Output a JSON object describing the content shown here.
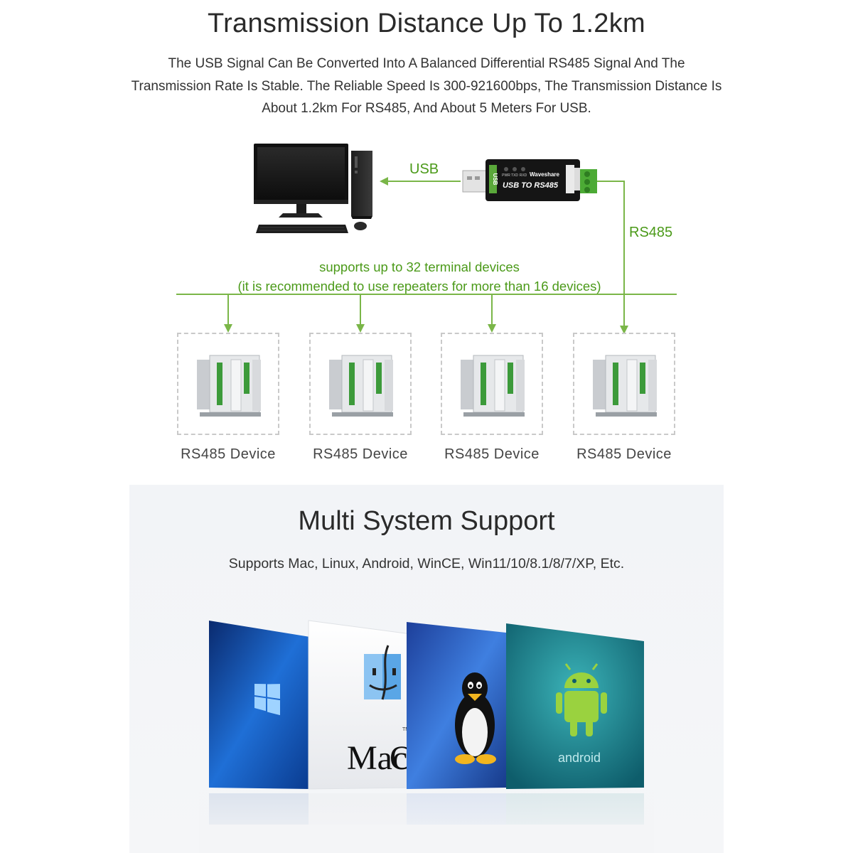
{
  "section1": {
    "title": "Transmission Distance Up To 1.2km",
    "description": "The USB Signal Can Be Converted Into A Balanced Differential RS485 Signal And The Transmission Rate Is Stable. The Reliable Speed Is 300-921600bps, The Transmission Distance Is About 1.2km For RS485, And About 5 Meters For USB."
  },
  "diagram": {
    "usb_label": "USB",
    "rs485_label": "RS485",
    "terminals_line1": "supports up to 32 terminal devices",
    "terminals_line2": "(it is recommended to use repeaters for more than 16 devices)",
    "converter": {
      "brand": "Waveshare",
      "model": "USB TO RS485",
      "leds": [
        "PWR",
        "TXD",
        "RXD"
      ],
      "side_text": "USB"
    },
    "devices": [
      {
        "label": "RS485 Device"
      },
      {
        "label": "RS485 Device"
      },
      {
        "label": "RS485 Device"
      },
      {
        "label": "RS485 Device"
      }
    ],
    "accent_color": "#7ab648"
  },
  "section2": {
    "title": "Multi System Support",
    "description": "Supports Mac, Linux, Android, WinCE, Win11/10/8.1/8/7/XP, Etc.",
    "os_tiles": [
      {
        "name": "windows",
        "icon": "windows-logo-icon"
      },
      {
        "name": "macos",
        "icon": "mac-finder-icon",
        "text": "Mac OS",
        "tm": "TM"
      },
      {
        "name": "linux",
        "icon": "tux-penguin-icon"
      },
      {
        "name": "android",
        "icon": "android-robot-icon",
        "text": "android"
      }
    ]
  }
}
